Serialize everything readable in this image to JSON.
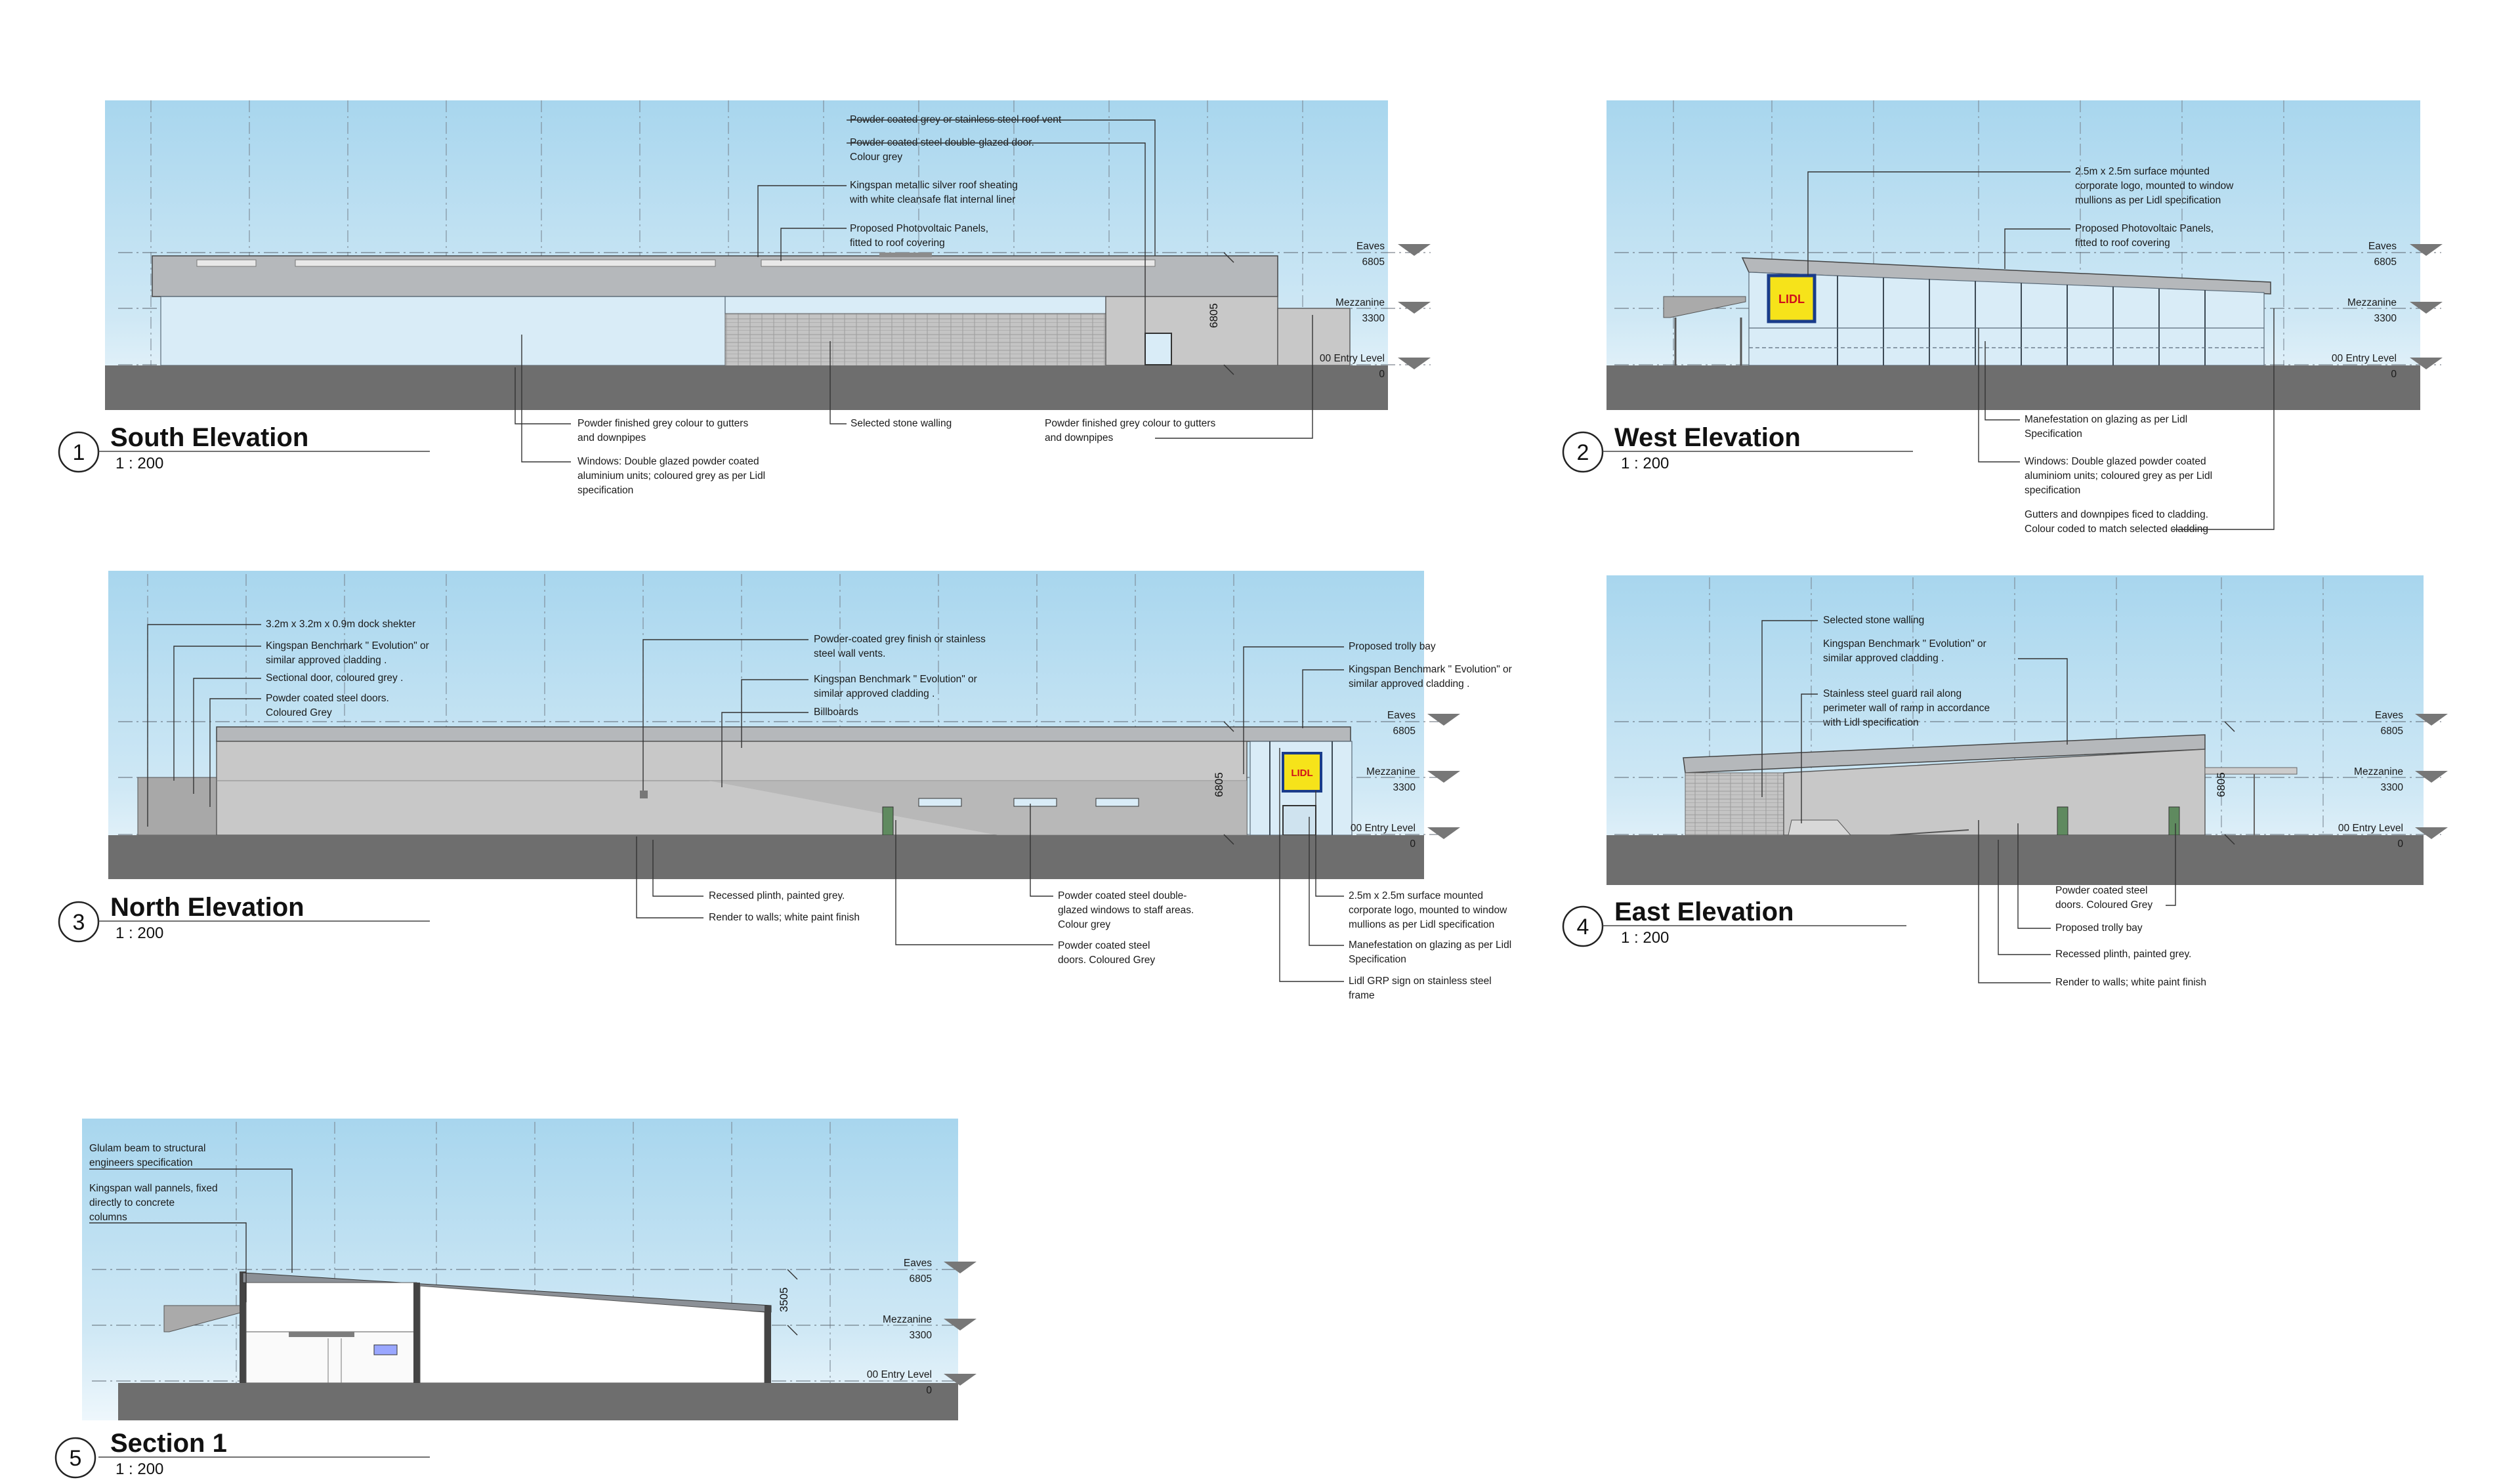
{
  "levels": {
    "eaves": "Eaves",
    "eaves_val": "6805",
    "mezz": "Mezzanine",
    "mezz_val": "3300",
    "entry": "00 Entry Level",
    "entry_val": "0"
  },
  "logo_text": "LIDL",
  "views": [
    {
      "number": "1",
      "title": "South Elevation",
      "scale": "1 : 200",
      "dimension": "6805",
      "notes": [
        "Powder coated grey or stainless steel roof vent",
        "Powder coated steel double-glazed door.",
        "Colour grey",
        "Kingspan  metallic silver roof sheating",
        "with white cleansafe flat internal liner",
        "Proposed Photovoltaic Panels,",
        "fitted to roof covering",
        "Powder finished grey colour to gutters",
        "and downpipes",
        "Windows: Double glazed powder coated",
        "aluminium units; coloured grey as per Lidl",
        "specification",
        "Selected stone walling",
        "Powder finished grey colour to gutters",
        "and downpipes"
      ]
    },
    {
      "number": "2",
      "title": "West Elevation",
      "scale": "1 : 200",
      "notes": [
        "2.5m x 2.5m surface mounted",
        "corporate logo, mounted to window",
        "mullions as per Lidl specification",
        "Proposed Photovoltaic Panels,",
        "fitted to roof covering",
        "Manefestation on glazing as per Lidl",
        "Specification",
        "Windows: Double glazed powder coated",
        "aluminiom units; coloured grey as per Lidl",
        "specification",
        "Gutters and downpipes ficed to cladding.",
        "Colour coded to match selected cladding"
      ]
    },
    {
      "number": "3",
      "title": "North Elevation",
      "scale": "1 : 200",
      "dimension": "6805",
      "notes": [
        "3.2m x 3.2m x 0.9m dock shekter",
        "Kingspan  Benchmark \" Evolution\" or",
        "similar approved cladding .",
        "Sectional door, coloured grey .",
        "Powder coated steel doors.",
        "Coloured Grey",
        "Powder-coated grey finish or stainless",
        "steel wall vents.",
        "Kingspan  Benchmark \" Evolution\" or",
        "similar approved cladding .",
        "Billboards",
        "Proposed trolly bay",
        "Kingspan  Benchmark \" Evolution\" or",
        "similar approved cladding .",
        "Recessed plinth, painted grey.",
        "Render to walls; white paint finish",
        "Powder coated steel double-",
        "glazed windows to staff areas.",
        "Colour grey",
        "Powder coated steel",
        "doors. Coloured Grey",
        "2.5m x 2.5m surface mounted",
        "corporate logo, mounted to window",
        "mullions as per Lidl specification",
        "Manefestation on glazing as per Lidl",
        "Specification",
        "Lidl GRP sign on stainless steel",
        "frame"
      ]
    },
    {
      "number": "4",
      "title": "East Elevation",
      "scale": "1 : 200",
      "dimension": "6805",
      "notes": [
        "Selected stone walling",
        "Kingspan  Benchmark \" Evolution\" or",
        "similar approved cladding .",
        "Stainless steel guard rail along",
        "perimeter wall of ramp in accordance",
        "with Lidl specification",
        "Powder coated steel",
        "doors. Coloured Grey",
        "Proposed trolly bay",
        "Recessed plinth, painted grey.",
        "Render to walls; white paint finish"
      ]
    },
    {
      "number": "5",
      "title": "Section 1",
      "scale": "1 : 200",
      "dimension": "3505",
      "notes": [
        "Glulam beam to structural",
        "engineers specification",
        "Kingspan wall pannels, fixed",
        "directly to concrete",
        "columns"
      ]
    }
  ]
}
